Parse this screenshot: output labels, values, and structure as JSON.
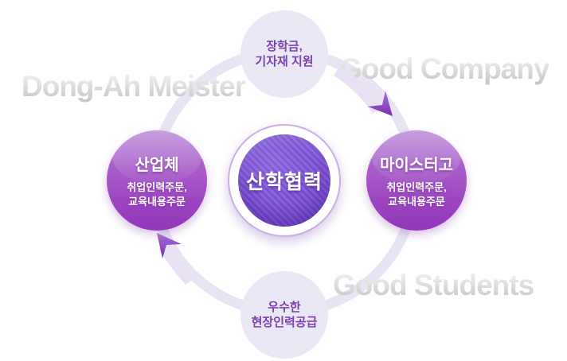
{
  "watermarks": {
    "left": "Dong-Ah Meister",
    "top_right": "Good Company",
    "bottom_right": "Good Students"
  },
  "hub": {
    "label": "산학협력"
  },
  "nodes": {
    "industry": {
      "title": "산업체",
      "sub1": "취업인력주문,",
      "sub2": "교육내용주문"
    },
    "meister": {
      "title": "마이스터고",
      "sub1": "취업인력주문,",
      "sub2": "교육내용주문"
    }
  },
  "flows": {
    "top": {
      "line1": "장학금,",
      "line2": "기자재 지원"
    },
    "bottom": {
      "line1": "우수한",
      "line2": "현장인력공급"
    }
  },
  "palette": {
    "hub_purple": "#7a4ed6",
    "node_purple": "#9c44c0",
    "arrow_purple": "#8b3fc2",
    "track_lavender": "#e8e4f4",
    "bubble_lavender": "#ebe8f6",
    "bubble_text_purple": "#7b3fb0",
    "watermark_gray": "#d3d3d3"
  }
}
